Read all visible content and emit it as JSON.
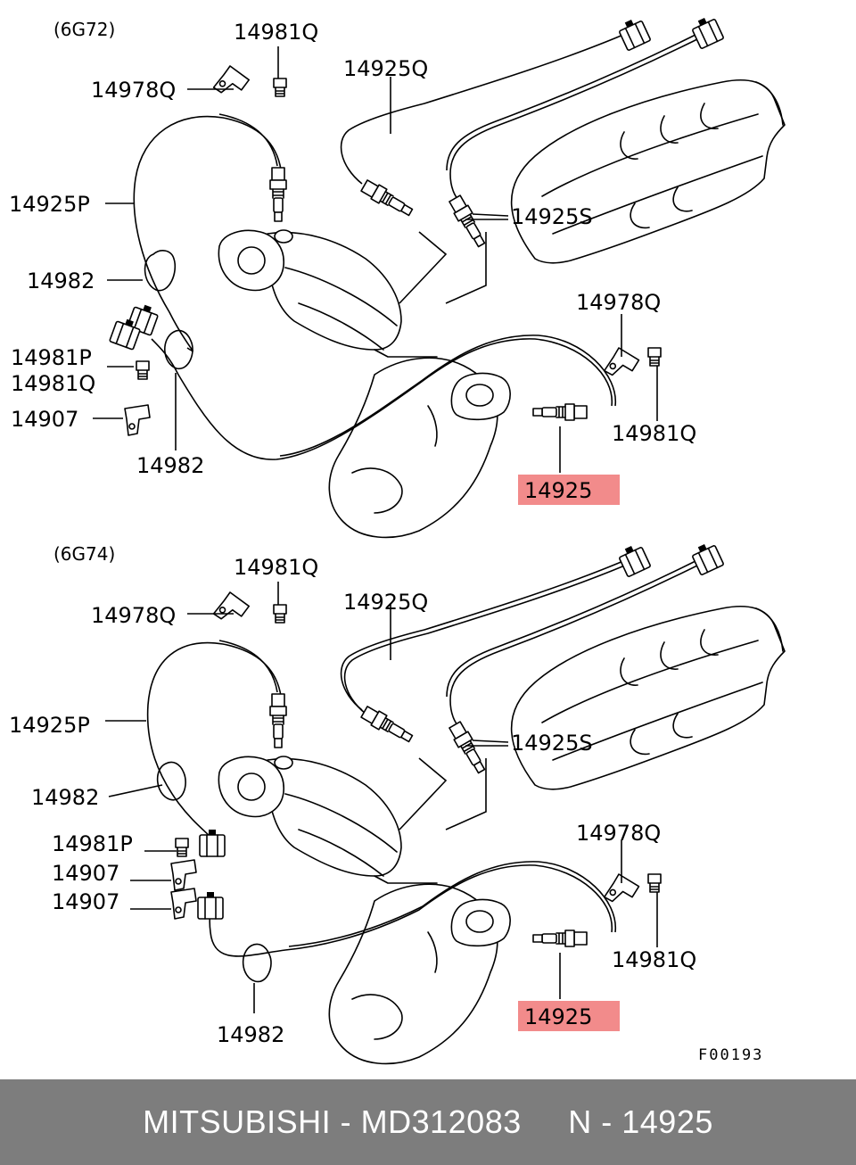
{
  "panels": [
    {
      "variant": "(6G72)",
      "labels": {
        "bolt_top": "14981Q",
        "bracket_top": "14978Q",
        "sensor_q": "14925Q",
        "sensor_p": "14925P",
        "sensor_s": "14925S",
        "clamp_a": "14982",
        "bolt_p": "14981P",
        "bolt_q2": "14981Q",
        "bracket_l": "14907",
        "clamp_b": "14982",
        "bracket_r": "14978Q",
        "bolt_r": "14981Q",
        "sensor_main": "14925"
      }
    },
    {
      "variant": "(6G74)",
      "labels": {
        "bolt_top": "14981Q",
        "bracket_top": "14978Q",
        "sensor_q": "14925Q",
        "sensor_p": "14925P",
        "sensor_s": "14925S",
        "clamp_a": "14982",
        "bolt_p": "14981P",
        "bracket_l1": "14907",
        "bracket_l2": "14907",
        "bracket_r": "14978Q",
        "bolt_r": "14981Q",
        "sensor_main": "14925",
        "clamp_b": "14982"
      }
    }
  ],
  "figure_code": "F00193",
  "footer": "MITSUBISHI - MD312083     N - 14925",
  "colors": {
    "highlight": "#f28b8b",
    "footer_bg": "#7d7d7d",
    "footer_text": "#ffffff"
  }
}
